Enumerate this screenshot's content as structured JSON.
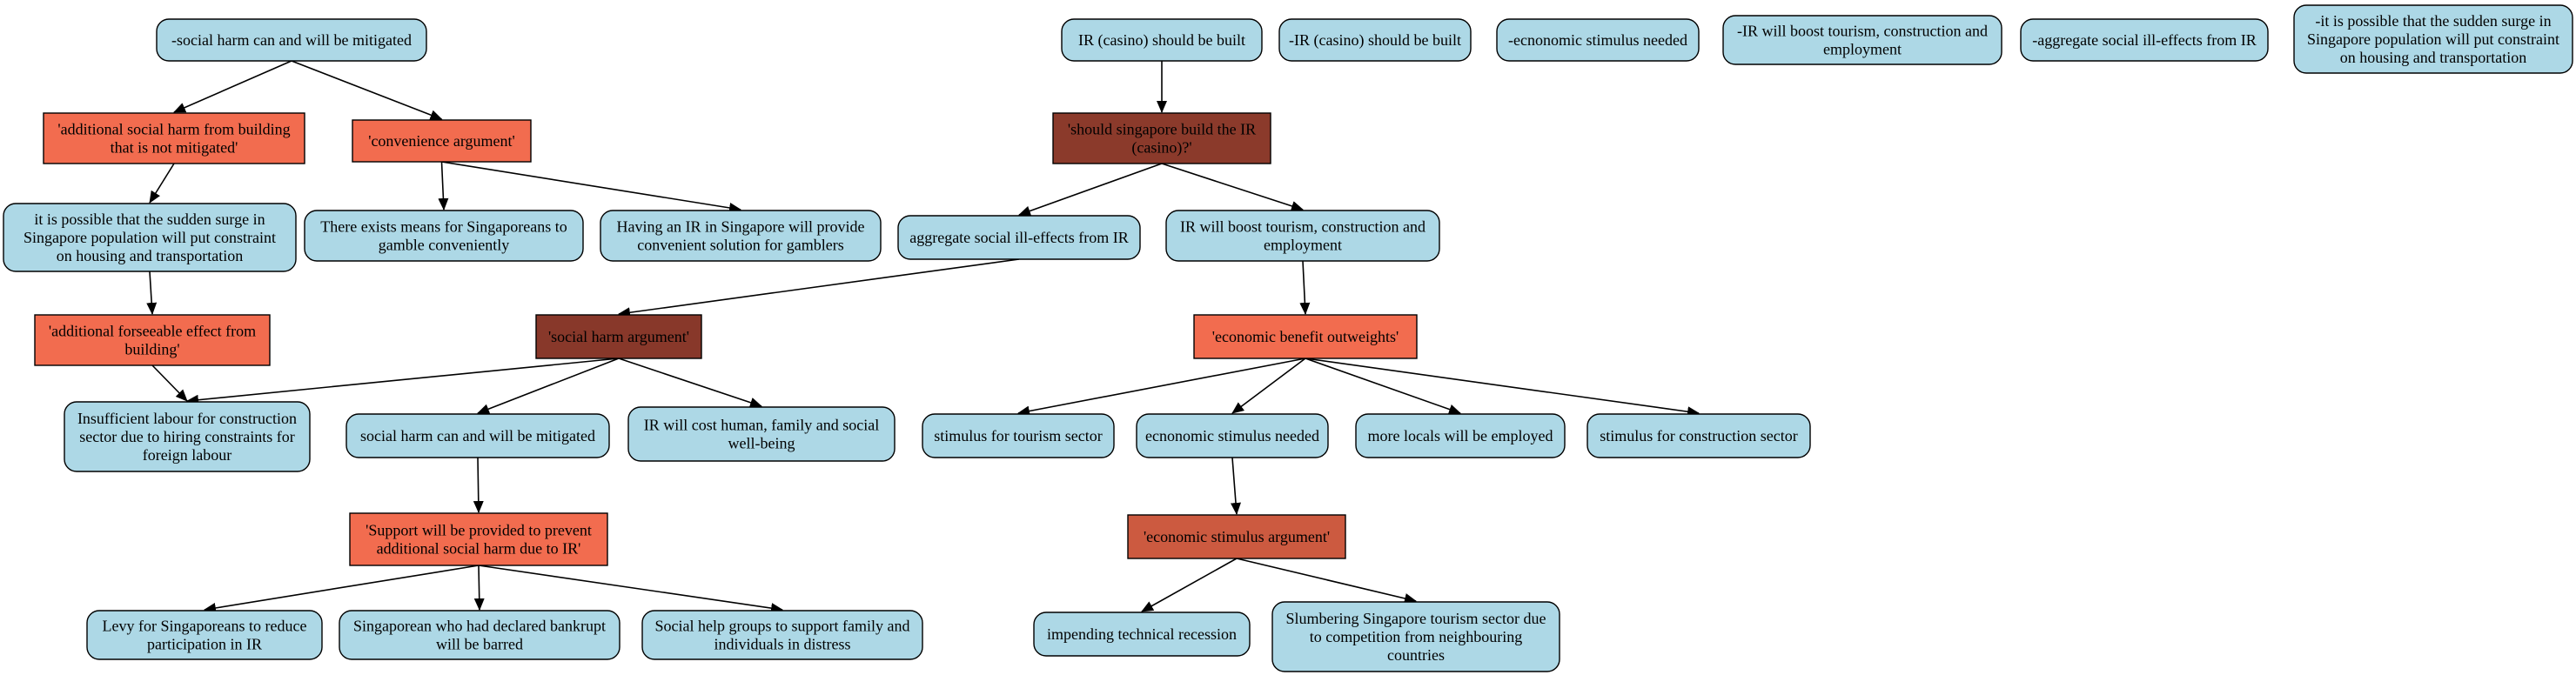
{
  "colors": {
    "claim": "#add8e6",
    "argument": "#f26c4f",
    "question": "#8b3a2b",
    "argument_dark": "#cc5a40",
    "argument_mid": "#88382a",
    "border": "#000000",
    "edge": "#000000"
  },
  "nodes": {
    "n1": {
      "lines": [
        "-social harm can and will be mitigated"
      ],
      "kind": "claim"
    },
    "n2": {
      "lines": [
        "'additional social harm from building",
        "that is not mitigated'"
      ],
      "kind": "argument"
    },
    "n3": {
      "lines": [
        "'convenience argument'"
      ],
      "kind": "argument"
    },
    "n4": {
      "lines": [
        "it is possible that the sudden surge in",
        "Singapore population will put constraint",
        "on housing and transportation"
      ],
      "kind": "claim"
    },
    "n5": {
      "lines": [
        "There exists means for Singaporeans to",
        "gamble conveniently"
      ],
      "kind": "claim"
    },
    "n6": {
      "lines": [
        "Having an IR in Singapore will provide",
        "convenient solution for gamblers"
      ],
      "kind": "claim"
    },
    "n7": {
      "lines": [
        "'additional forseeable effect from",
        "building'"
      ],
      "kind": "argument"
    },
    "n8": {
      "lines": [
        "Insufficient labour for construction",
        "sector due to hiring constraints for",
        "foreign labour"
      ],
      "kind": "claim"
    },
    "n9": {
      "lines": [
        "'social harm argument'"
      ],
      "kind": "argument_mid"
    },
    "n10": {
      "lines": [
        "social harm can and will be mitigated"
      ],
      "kind": "claim"
    },
    "n11": {
      "lines": [
        "IR will cost human, family and social",
        "well-being"
      ],
      "kind": "claim"
    },
    "n12": {
      "lines": [
        "'Support will be provided to prevent",
        "additional social harm due to IR'"
      ],
      "kind": "argument"
    },
    "n13": {
      "lines": [
        "Levy for Singaporeans to reduce",
        "participation in IR"
      ],
      "kind": "claim"
    },
    "n14": {
      "lines": [
        "Singaporean who had declared bankrupt",
        "will be barred"
      ],
      "kind": "claim"
    },
    "n15": {
      "lines": [
        "Social help groups to support family and",
        "individuals in distress"
      ],
      "kind": "claim"
    },
    "n16": {
      "lines": [
        "IR (casino) should be built"
      ],
      "kind": "claim"
    },
    "n17": {
      "lines": [
        "-IR (casino) should be built"
      ],
      "kind": "claim"
    },
    "n18": {
      "lines": [
        "-ecnonomic stimulus needed"
      ],
      "kind": "claim"
    },
    "n19": {
      "lines": [
        "-IR will boost tourism, construction and",
        "employment"
      ],
      "kind": "claim"
    },
    "n20": {
      "lines": [
        "-aggregate social ill-effects from IR"
      ],
      "kind": "claim"
    },
    "n21": {
      "lines": [
        "-it is possible that the sudden surge in",
        "Singapore population will put constraint",
        "on housing and transportation"
      ],
      "kind": "claim"
    },
    "n22": {
      "lines": [
        "'should singapore build the IR",
        "(casino)?'"
      ],
      "kind": "question"
    },
    "n23": {
      "lines": [
        "aggregate social ill-effects from IR"
      ],
      "kind": "claim"
    },
    "n24": {
      "lines": [
        "IR will boost tourism, construction and",
        "employment"
      ],
      "kind": "claim"
    },
    "n25": {
      "lines": [
        "'economic benefit outweights'"
      ],
      "kind": "argument"
    },
    "n26": {
      "lines": [
        "stimulus for tourism sector"
      ],
      "kind": "claim"
    },
    "n27": {
      "lines": [
        "ecnonomic stimulus needed"
      ],
      "kind": "claim"
    },
    "n28": {
      "lines": [
        "more locals will be employed"
      ],
      "kind": "claim"
    },
    "n29": {
      "lines": [
        "stimulus for construction sector"
      ],
      "kind": "claim"
    },
    "n30": {
      "lines": [
        "'economic stimulus argument'"
      ],
      "kind": "argument_dark"
    },
    "n31": {
      "lines": [
        "impending technical recession"
      ],
      "kind": "claim"
    },
    "n32": {
      "lines": [
        "Slumbering Singapore tourism sector due",
        "to competition from neighbouring",
        "countries"
      ],
      "kind": "claim"
    }
  },
  "edges": [
    [
      "n1",
      "n2"
    ],
    [
      "n1",
      "n3"
    ],
    [
      "n2",
      "n4"
    ],
    [
      "n3",
      "n5"
    ],
    [
      "n3",
      "n6"
    ],
    [
      "n4",
      "n7"
    ],
    [
      "n7",
      "n8"
    ],
    [
      "n23",
      "n9"
    ],
    [
      "n9",
      "n8"
    ],
    [
      "n9",
      "n10"
    ],
    [
      "n9",
      "n11"
    ],
    [
      "n10",
      "n12"
    ],
    [
      "n12",
      "n13"
    ],
    [
      "n12",
      "n14"
    ],
    [
      "n12",
      "n15"
    ],
    [
      "n16",
      "n22"
    ],
    [
      "n22",
      "n23"
    ],
    [
      "n22",
      "n24"
    ],
    [
      "n24",
      "n25"
    ],
    [
      "n25",
      "n26"
    ],
    [
      "n25",
      "n27"
    ],
    [
      "n25",
      "n28"
    ],
    [
      "n25",
      "n29"
    ],
    [
      "n27",
      "n30"
    ],
    [
      "n30",
      "n31"
    ],
    [
      "n30",
      "n32"
    ]
  ]
}
